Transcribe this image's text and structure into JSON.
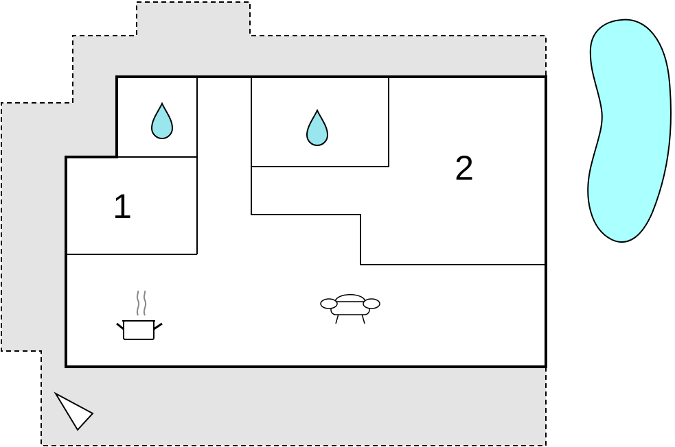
{
  "floorplan": {
    "rooms": [
      {
        "id": "bedroom-1",
        "label": "1"
      },
      {
        "id": "bedroom-2",
        "label": "2"
      }
    ],
    "icons": [
      {
        "name": "water-drop-icon",
        "room": "bathroom-small"
      },
      {
        "name": "water-drop-icon",
        "room": "bathroom-large"
      },
      {
        "name": "cooking-pot-icon",
        "room": "kitchen"
      },
      {
        "name": "sofa-icon",
        "room": "living-room"
      },
      {
        "name": "compass-north-icon",
        "room": "outside"
      }
    ],
    "colors": {
      "terrace": "#e4e4e4",
      "pool": "#aaffff",
      "water_drop": "#99e6ee",
      "walls": "#000000",
      "pot_steam": "#888888"
    }
  }
}
